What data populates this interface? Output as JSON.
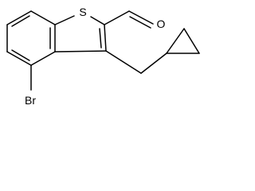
{
  "molecule": {
    "atoms": {
      "sulfur": "S",
      "oxygen": "O",
      "bromine": "Br"
    }
  }
}
